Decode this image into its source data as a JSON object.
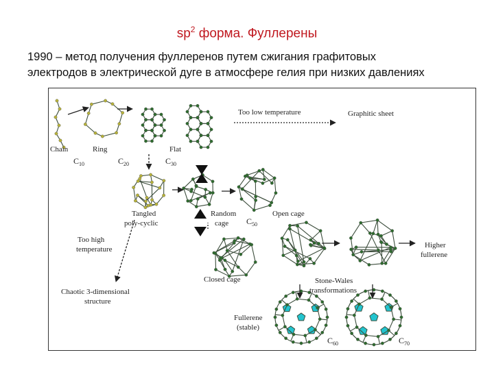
{
  "header": {
    "title_prefix": "sp",
    "title_sup": "2",
    "title_rest": " форма. Фуллерены",
    "intro_line1": "1990 – метод получения фуллеренов путем сжигания графитовых",
    "intro_line2": "электродов в электрической дуге в атмосфере гелия при низких давлениях"
  },
  "diagram": {
    "labels": {
      "chain": "Chain",
      "ring": "Ring",
      "flat": "Flat",
      "c10": "C",
      "c10_sub": "10",
      "c20": "C",
      "c20_sub": "20",
      "c30": "C",
      "c30_sub": "30",
      "too_low": "Too low temperature",
      "graphitic_sheet": "Graphitic sheet",
      "tangled_1": "Tangled",
      "tangled_2": "poly-cyclic",
      "random_1": "Random",
      "random_2": "cage",
      "c50": "C",
      "c50_sub": "50",
      "open_cage": "Open cage",
      "too_high_1": "Too high",
      "too_high_2": "temperature",
      "closed_cage": "Closed cage",
      "higher_1": "Higher",
      "higher_2": "fullerene",
      "stone_1": "Stone-Wales",
      "stone_2": "transformations",
      "chaotic_1": "Chaotic 3-dimensional",
      "chaotic_2": "structure",
      "fullerene_1": "Fullerene",
      "fullerene_2": "(stable)",
      "c60": "C",
      "c60_sub": "60",
      "c70": "C",
      "c70_sub": "70"
    },
    "colors": {
      "node": "#b7b23a",
      "node_dark": "#2e6b2e",
      "bond": "#3c4d3c",
      "pentagon": "#22c4cf",
      "arrow": "#222222"
    }
  }
}
